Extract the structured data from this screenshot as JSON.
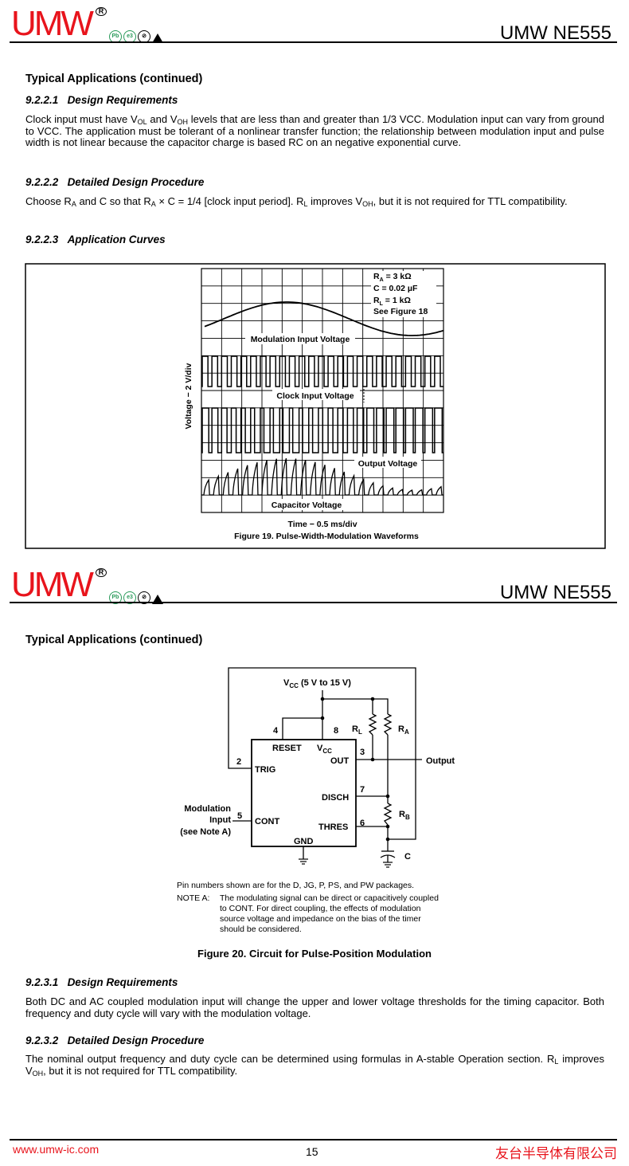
{
  "header": {
    "logo": "UMW",
    "reg": "R",
    "badges": [
      "Pb",
      "e3",
      "⊘"
    ],
    "title": "UMW NE555"
  },
  "section1": {
    "heading": "Typical Applications (continued)",
    "s1": {
      "num": "9.2.2.1",
      "title": "Design Requirements",
      "text": [
        "Clock input must have V",
        "OL",
        " and V",
        "OH",
        " levels that are less than and greater than 1/3 VCC. Modulation input can vary from ground to VCC. The application must be tolerant of a nonlinear transfer function; the relationship between modulation input and pulse width is not linear because the capacitor charge is based RC on an negative exponential curve."
      ]
    },
    "s2": {
      "num": "9.2.2.2",
      "title": "Detailed Design Procedure",
      "text": [
        "Choose R",
        "A",
        " and C so that R",
        "A",
        " × C = 1/4 [clock input period]. R",
        "L",
        " improves V",
        "OH",
        ", but it is not required for TTL compatibility."
      ]
    },
    "s3": {
      "num": "9.2.2.3",
      "title": "Application Curves"
    }
  },
  "chart_data": {
    "type": "line",
    "title": "Figure 19. Pulse-Width-Modulation Waveforms",
    "xlabel": "Time − 0.5 ms/div",
    "ylabel": "Voltage − 2 V/div",
    "grid": true,
    "x_divisions": 12,
    "y_divisions": 14,
    "legend": [
      [
        "R",
        "A",
        " = 3 kΩ"
      ],
      [
        "C = 0.02 µF"
      ],
      [
        "R",
        "L",
        " = 1 kΩ"
      ],
      [
        "See Figure 18"
      ]
    ],
    "series": [
      {
        "name": "Modulation Input Voltage",
        "shape": "sine"
      },
      {
        "name": "Clock Input Voltage",
        "shape": "square",
        "cycles": 25
      },
      {
        "name": "Output Voltage",
        "shape": "pwm",
        "cycles": 25
      },
      {
        "name": "Capacitor Voltage",
        "shape": "sawtooth",
        "cycles": 25
      }
    ]
  },
  "header2": {
    "logo": "UMW",
    "reg": "R",
    "badges": [
      "Pb",
      "e3",
      "⊘"
    ],
    "title": "UMW NE555"
  },
  "section2": {
    "heading": "Typical Applications (continued)",
    "circuit": {
      "vcc": [
        "V",
        "CC",
        " (5 V to 15 V)"
      ],
      "pins": {
        "reset": "4",
        "vcc": "8",
        "out": "3",
        "trig": "2",
        "disch": "7",
        "cont": "5",
        "thres": "6"
      },
      "labels": {
        "reset": "RESET",
        "vcc": [
          "V",
          "CC"
        ],
        "out": "OUT",
        "trig": "TRIG",
        "disch": "DISCH",
        "cont": "CONT",
        "thres": "THRES",
        "gnd": "GND",
        "output": "Output",
        "rl": [
          "R",
          "L"
        ],
        "ra": [
          "R",
          "A"
        ],
        "rb": [
          "R",
          "B"
        ],
        "c": "C",
        "mod": [
          "Modulation",
          "Input",
          "(see Note A)"
        ]
      }
    },
    "pin_note": "Pin numbers shown are for the D, JG, P, PS, and PW packages.",
    "note_label": "NOTE A:",
    "note_text": [
      "The modulating signal can be direct or capacitively coupled",
      "to CONT. For direct coupling, the effects of modulation",
      "source voltage and impedance on the bias of the timer",
      "should be considered."
    ],
    "caption": "Figure 20.  Circuit for Pulse-Position Modulation",
    "s1": {
      "num": "9.2.3.1",
      "title": "Design Requirements",
      "text": "Both DC and AC coupled modulation input will change the upper and lower voltage thresholds for the timing capacitor. Both frequency and duty cycle will vary with the modulation voltage."
    },
    "s2": {
      "num": "9.2.3.2",
      "title": "Detailed Design Procedure",
      "text": [
        "The nominal output frequency and duty cycle can be determined using formulas in A-stable Operation section. R",
        "L",
        " improves V",
        "OH",
        ", but it is not required for TTL compatibility."
      ]
    }
  },
  "footer": {
    "url": "www.umw-ic.com",
    "page": "15",
    "company": "友台半导体有限公司"
  }
}
